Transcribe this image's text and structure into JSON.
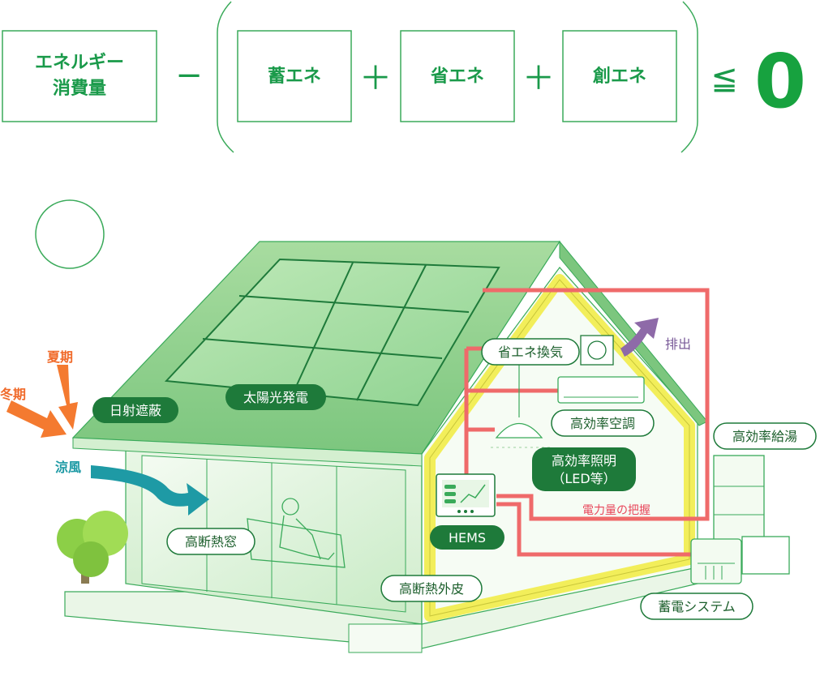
{
  "equation": {
    "consumption_line1": "エネルギー",
    "consumption_line2": "消費量",
    "minus": "−",
    "storage": "蓄エネ",
    "plus1": "＋",
    "saving": "省エネ",
    "plus2": "＋",
    "creation": "創エネ",
    "leq": "≦",
    "zero": "0"
  },
  "labels": {
    "summer": "夏期",
    "winter": "冬期",
    "cool_breeze": "涼風",
    "sun_shading": "日射遮蔽",
    "solar_power": "太陽光発電",
    "ventilation": "省エネ換気",
    "exhaust": "排出",
    "air_conditioning": "高効率空調",
    "lighting_line1": "高効率照明",
    "lighting_line2": "（LED等）",
    "water_heater": "高効率給湯",
    "power_monitoring": "電力量の把握",
    "hems": "HEMS",
    "insulated_window": "高断熱窓",
    "insulated_envelope": "高断熱外皮",
    "storage_system": "蓄電システム"
  },
  "colors": {
    "green": "#1a9a4a",
    "dark_green": "#1e7a3a",
    "roof_green": "#8fd08f",
    "yellow_frame": "#f2ee5a",
    "red_wire": "#ef6a6a",
    "orange_arrow": "#f47a30",
    "teal_arrow": "#1e9aa5",
    "purple_arrow": "#8e6aa8"
  }
}
